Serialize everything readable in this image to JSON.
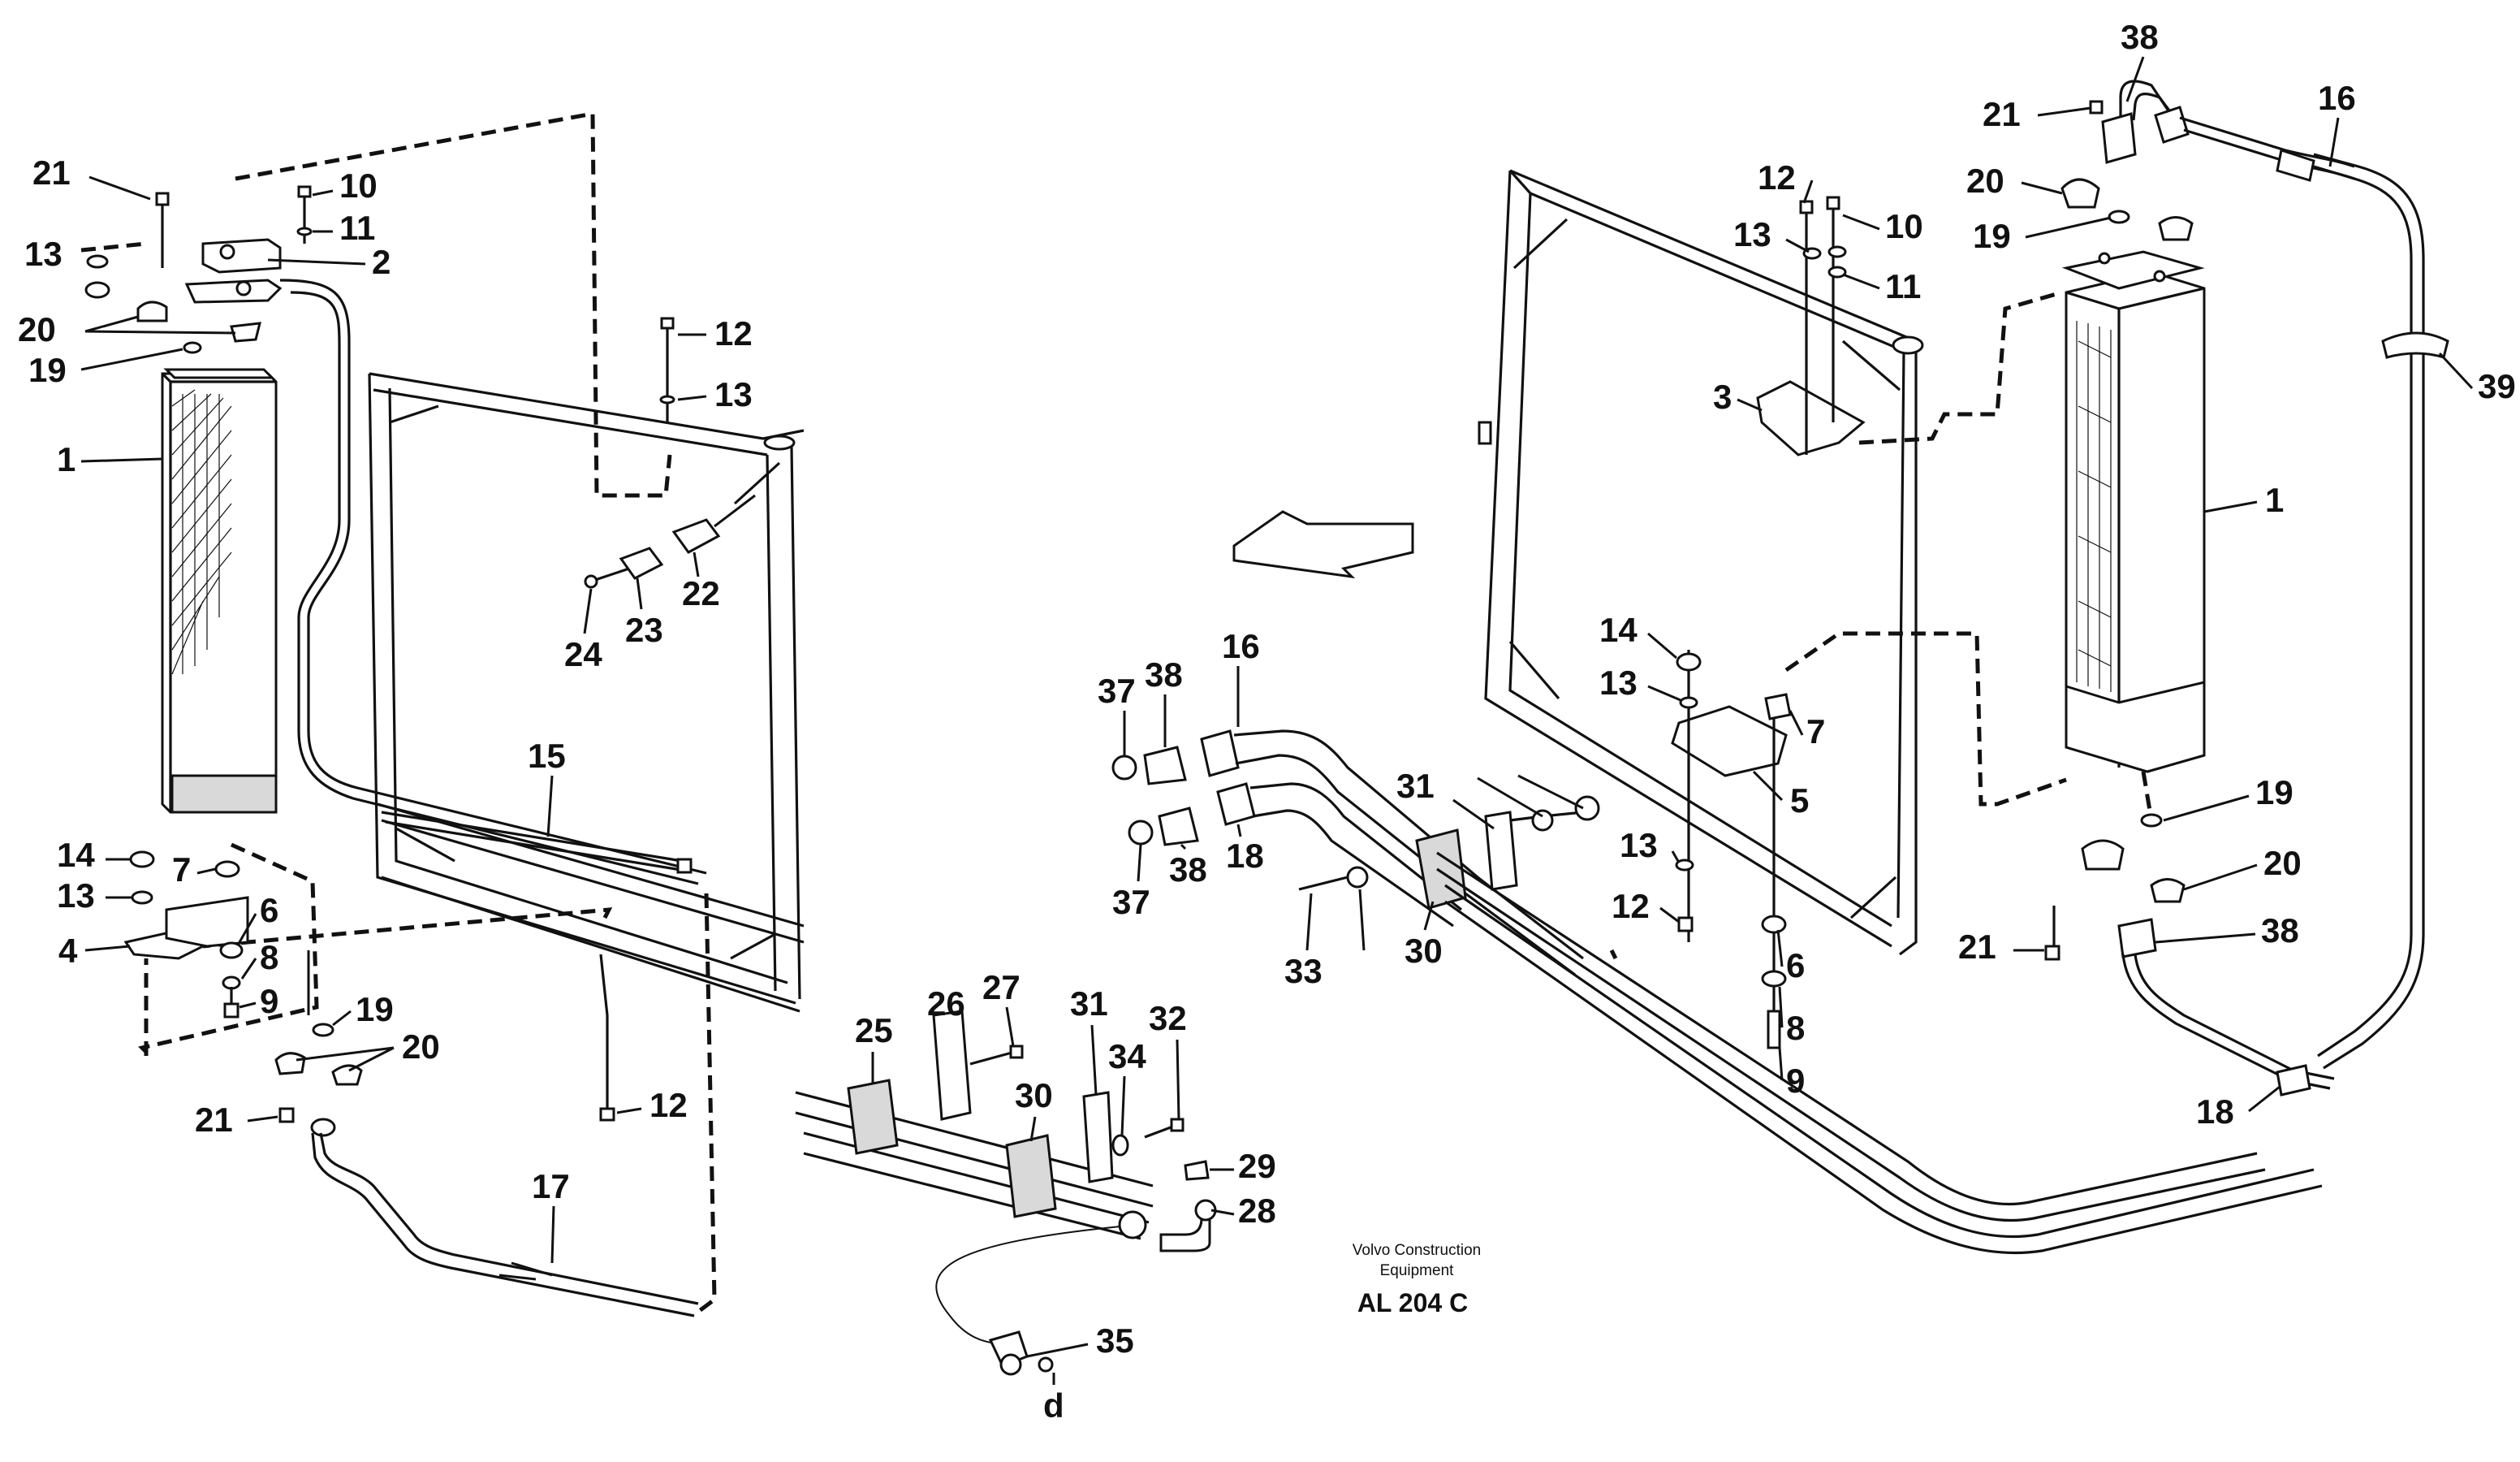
{
  "caption": {
    "line1": "Volvo Construction",
    "line2": "Equipment",
    "code": "AL 204 C"
  },
  "detail_letter": "d",
  "callouts": {
    "left_radiator": [
      "21",
      "10",
      "11",
      "2",
      "13",
      "20",
      "19",
      "1",
      "12",
      "13",
      "22",
      "23",
      "24",
      "15",
      "14",
      "7",
      "6",
      "13",
      "4",
      "8",
      "9",
      "19",
      "20",
      "21",
      "12",
      "17"
    ],
    "center_lines": [
      "25",
      "26",
      "27",
      "31",
      "32",
      "30",
      "34",
      "29",
      "28",
      "35",
      "37",
      "38",
      "16",
      "37",
      "38",
      "18",
      "33",
      "30",
      "31"
    ],
    "right_radiator": [
      "38",
      "16",
      "21",
      "20",
      "12",
      "10",
      "13",
      "11",
      "19",
      "39",
      "3",
      "1",
      "14",
      "13",
      "7",
      "5",
      "13",
      "12",
      "6",
      "8",
      "9",
      "19",
      "20",
      "21",
      "38",
      "18"
    ]
  },
  "colors": {
    "line": "#111111",
    "background": "#ffffff",
    "fill_grey": "#d9d9d9"
  }
}
